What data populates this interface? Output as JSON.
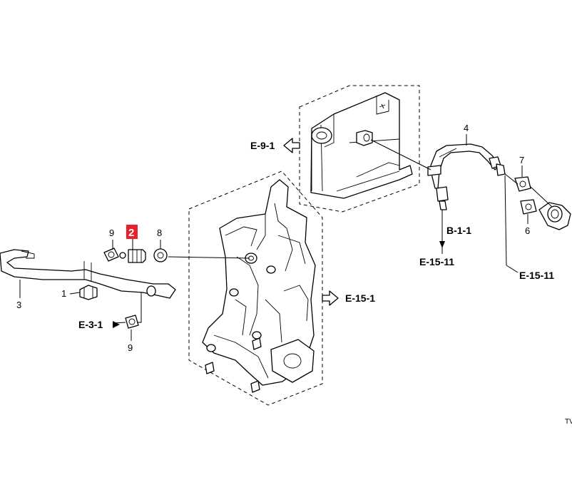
{
  "callouts": {
    "c1": "1",
    "c2": "2",
    "c3": "3",
    "c4": "4",
    "c6": "6",
    "c7": "7",
    "c8": "8",
    "c9a": "9",
    "c9b": "9"
  },
  "refs": {
    "e91": "E-9-1",
    "e151": "E-15-1",
    "e31": "E-3-1",
    "b11": "B-1-1",
    "e1511a": "E-15-11",
    "e1511b": "E-15-11"
  },
  "highlight_color": "#e8202a",
  "corner_code": "TV"
}
